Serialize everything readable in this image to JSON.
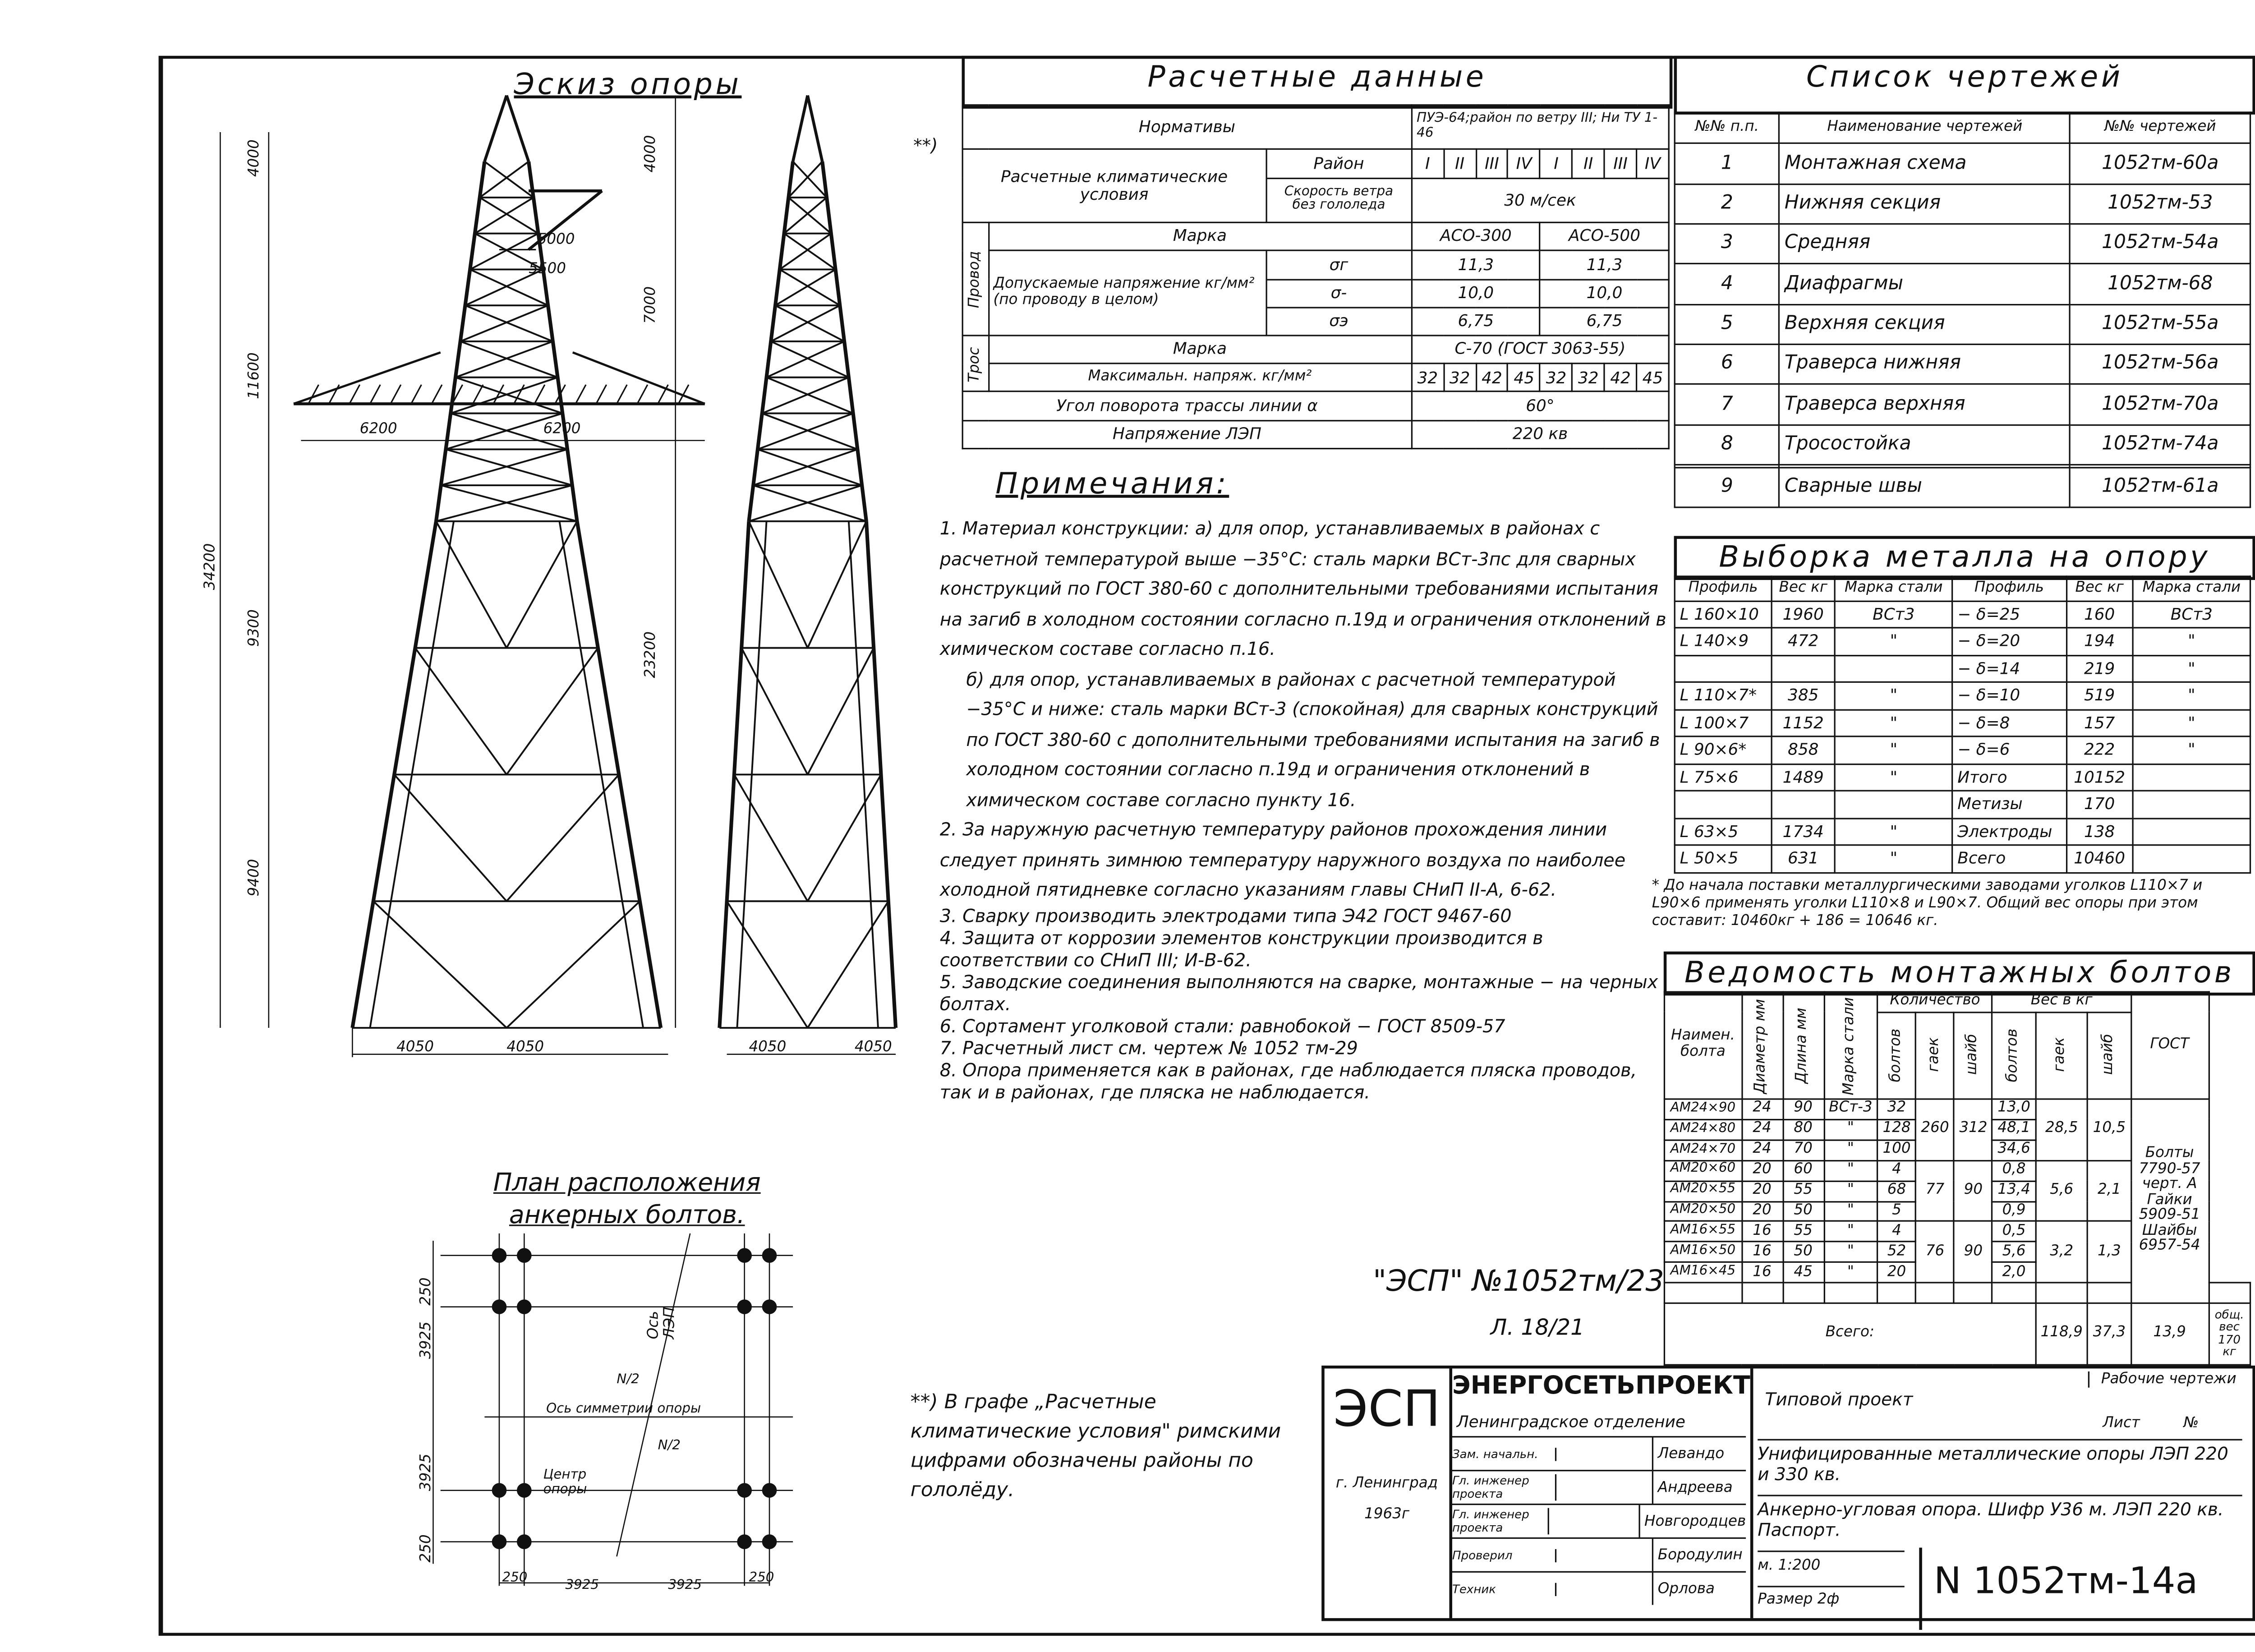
{
  "sketch": {
    "title": "Эскиз опоры",
    "dims": {
      "top": "4000",
      "mid": "7000",
      "upper": "11600",
      "total": "34200",
      "middle": "9300",
      "legs": "23200",
      "bottom": "9400",
      "arm_top_short": "5000",
      "arm_top": "5500",
      "arm_left": "6200",
      "arm_right": "6200",
      "base_left": "4050",
      "base_right": "4050",
      "side_base_left": "4050",
      "side_base_right": "4050",
      "top_right": "4000",
      "mid_right": "7000"
    }
  },
  "calc": {
    "marker": "**)",
    "title": "Расчетные данные",
    "norms_label": "Нормативы",
    "norms_value": "ПУЭ-64;район по ветру III; Ни ТУ 1-46",
    "climate_label": "Расчетные климатические условия",
    "district_label": "Район",
    "districts": [
      "I",
      "II",
      "III",
      "IV",
      "I",
      "II",
      "III",
      "IV"
    ],
    "wind_label": "Скорость ветра без гололеда",
    "wind_value": "30 м/сек",
    "wire_label": "Провод",
    "brand_label": "Марка",
    "wire_brands": [
      "АСО-300",
      "АСО-500"
    ],
    "stress_label": "Допускаемые напряжение кг/мм² (по проводу в целом)",
    "stress_rows": [
      {
        "sym": "σг",
        "v": [
          "11,3",
          "11,3"
        ]
      },
      {
        "sym": "σ-",
        "v": [
          "10,0",
          "10,0"
        ]
      },
      {
        "sym": "σэ",
        "v": [
          "6,75",
          "6,75"
        ]
      }
    ],
    "cable_label": "Трос",
    "cable_brand": "С-70 (ГОСТ 3063-55)",
    "max_label": "Максимальн. напряж. кг/мм²",
    "max_values": [
      "32",
      "32",
      "42",
      "45",
      "32",
      "32",
      "42",
      "45"
    ],
    "angle_label": "Угол поворота трассы линии α",
    "angle_value": "60°",
    "voltage_label": "Напряжение ЛЭП",
    "voltage_value": "220 кв"
  },
  "drawings": {
    "title": "Список чертежей",
    "cols": [
      "№№ п.п.",
      "Наименование чертежей",
      "№№ чертежей"
    ],
    "rows": [
      [
        "1",
        "Монтажная схема",
        "1052тм-60а"
      ],
      [
        "2",
        "Нижняя секция",
        "1052тм-53"
      ],
      [
        "3",
        "Средняя",
        "1052тм-54а"
      ],
      [
        "4",
        "Диафрагмы",
        "1052тм-68"
      ],
      [
        "5",
        "Верхняя секция",
        "1052тм-55а"
      ],
      [
        "6",
        "Траверса нижняя",
        "1052тм-56а"
      ],
      [
        "7",
        "Траверса верхняя",
        "1052тм-70а"
      ],
      [
        "8",
        "Тросостойка",
        "1052тм-74а"
      ],
      [
        "",
        "",
        ""
      ],
      [
        "9",
        "Сварные швы",
        "1052тм-61а"
      ]
    ]
  },
  "metal": {
    "title": "Выборка металла на опору",
    "cols": [
      "Профиль",
      "Вес кг",
      "Марка стали",
      "Профиль",
      "Вес кг",
      "Марка стали"
    ],
    "rows": [
      [
        "L 160×10",
        "1960",
        "ВСт3",
        "− δ=25",
        "160",
        "ВСт3"
      ],
      [
        "L 140×9",
        "472",
        "\"",
        "− δ=20",
        "194",
        "\""
      ],
      [
        "",
        "",
        "",
        "− δ=14",
        "219",
        "\""
      ],
      [
        "L 110×7*",
        "385",
        "\"",
        "− δ=10",
        "519",
        "\""
      ],
      [
        "L 100×7",
        "1152",
        "\"",
        "− δ=8",
        "157",
        "\""
      ],
      [
        "L 90×6*",
        "858",
        "\"",
        "− δ=6",
        "222",
        "\""
      ],
      [
        "L 75×6",
        "1489",
        "\"",
        "Итого",
        "10152",
        ""
      ],
      [
        "",
        "",
        "",
        "Метизы",
        "170",
        ""
      ],
      [
        "L 63×5",
        "1734",
        "\"",
        "Электроды",
        "138",
        ""
      ],
      [
        "L 50×5",
        "631",
        "\"",
        "Всего",
        "10460",
        ""
      ]
    ],
    "footnote": "* До начала поставки металлургическими заводами уголков L110×7 и L90×6 применять уголки L110×8 и L90×7. Общий вес опоры при этом составит: 10460кг + 186 = 10646 кг."
  },
  "bolts": {
    "title": "Ведомость монтажных болтов",
    "cols": {
      "name": "Наимен. болта",
      "dia": "Диаметр мм",
      "len": "Длина мм",
      "steel": "Марка стали",
      "qty": "Количество",
      "wt": "Вес в кг",
      "bolts": "болтов",
      "nuts": "гаек",
      "wash": "шайб",
      "gost": "ГОСТ"
    },
    "rows": [
      [
        "АМ24×90",
        "24",
        "90",
        "ВСт-3",
        "32",
        "13,0"
      ],
      [
        "АМ24×80",
        "24",
        "80",
        "\"",
        "128",
        "48,1"
      ],
      [
        "АМ24×70",
        "24",
        "70",
        "\"",
        "100",
        "34,6"
      ],
      [
        "АМ20×60",
        "20",
        "60",
        "\"",
        "4",
        "0,8"
      ],
      [
        "АМ20×55",
        "20",
        "55",
        "\"",
        "68",
        "13,4"
      ],
      [
        "АМ20×50",
        "20",
        "50",
        "\"",
        "5",
        "0,9"
      ],
      [
        "АМ16×55",
        "16",
        "55",
        "\"",
        "4",
        "0,5"
      ],
      [
        "АМ16×50",
        "16",
        "50",
        "\"",
        "52",
        "5,6"
      ],
      [
        "АМ16×45",
        "16",
        "45",
        "\"",
        "20",
        "2,0"
      ]
    ],
    "groups": [
      {
        "nuts": "260",
        "wash": "312",
        "wnuts": "28,5",
        "wwash": "10,5"
      },
      {
        "nuts": "77",
        "wash": "90",
        "wnuts": "5,6",
        "wwash": "2,1"
      },
      {
        "nuts": "76",
        "wash": "90",
        "wnuts": "3,2",
        "wwash": "1,3"
      }
    ],
    "gost": "Болты 7790-57 черт. А Гайки 5909-51 Шайбы 6957-54",
    "total_label": "Всего:",
    "totals": [
      "118,9",
      "37,3",
      "13,9"
    ],
    "total_weight": "общ. вес 170 кг"
  },
  "notes": {
    "title": "Примечания:",
    "items": [
      "1. Материал конструкции: а) для опор, устанавливаемых в районах с расчетной температурой выше −35°С: сталь марки ВСт-3пс для сварных конструкций по ГОСТ 380-60 с дополнительными требованиями испытания на загиб в холодном состоянии согласно п.19д и ограничения отклонений в химическом составе согласно п.16.",
      "б) для опор, устанавливаемых в районах с расчетной температурой −35°С и ниже: сталь марки ВСт-3 (спокойная) для сварных конструкций по ГОСТ 380-60 с дополнительными требованиями испытания на загиб в холодном состоянии согласно п.19д и ограничения отклонений в химическом составе согласно пункту 16.",
      "2. За наружную расчетную температуру районов прохождения линии следует принять зимнюю температуру наружного воздуха по наиболее холодной пятидневке согласно указаниям главы СНиП II-А, 6-62.",
      "3. Сварку производить электродами типа Э42 ГОСТ 9467-60",
      "4. Защита от коррозии элементов конструкции производится в соответствии со СНиП III; И-В-62.",
      "5. Заводские соединения выполняются на сварке, монтажные − на черных болтах.",
      "6. Сортамент уголковой стали: равнобокой − ГОСТ 8509-57",
      "7. Расчетный лист см. чертеж № 1052 тм-29",
      "8. Опора применяется как в районах, где наблюдается пляска проводов, так и в районах, где пляска не наблюдается."
    ],
    "footnote": "**) В графе „Расчетные климатические условия\" римскими цифрами обозначены районы по гололёду."
  },
  "stamp": {
    "text": "\"ЭСП\" №1052тм/23",
    "sheet": "Л. 18/21"
  },
  "plan": {
    "title": "План расположения анкерных болтов.",
    "dims": [
      "250",
      "3925",
      "3925",
      "250"
    ],
    "axis_label": "Ось симметрии опоры",
    "center_label": "Центр опоры",
    "line_axis": "Ось ЛЭП",
    "half1": "N/2",
    "half2": "N/2"
  },
  "titleblock": {
    "logo": "ЭСП",
    "org": "ЭНЕРГОСЕТЬПРОЕКТ",
    "dept": "Ленинградское отделение",
    "type": "Типовой проект",
    "stage": "Рабочие чертежи",
    "sheet_label": "Лист",
    "no_label": "№",
    "subject": "Унифицированные металлические опоры ЛЭП 220 и 330 кв.",
    "object": "Анкерно-угловая опора. Шифр У36 м. ЛЭП 220 кв. Паспорт.",
    "scale": "м. 1:200",
    "size": "Размер 2ф",
    "number": "N 1052тм-14а",
    "city": "г. Ленинград",
    "year": "1963г",
    "staff": [
      [
        "Зам. начальн.",
        "Левандо"
      ],
      [
        "Гл. инженер проекта",
        "Андреева"
      ],
      [
        "Гл. инженер проекта",
        "Новгородцев"
      ],
      [
        "Проверил",
        "Бородулин"
      ],
      [
        "Техник",
        "Орлова"
      ]
    ]
  }
}
